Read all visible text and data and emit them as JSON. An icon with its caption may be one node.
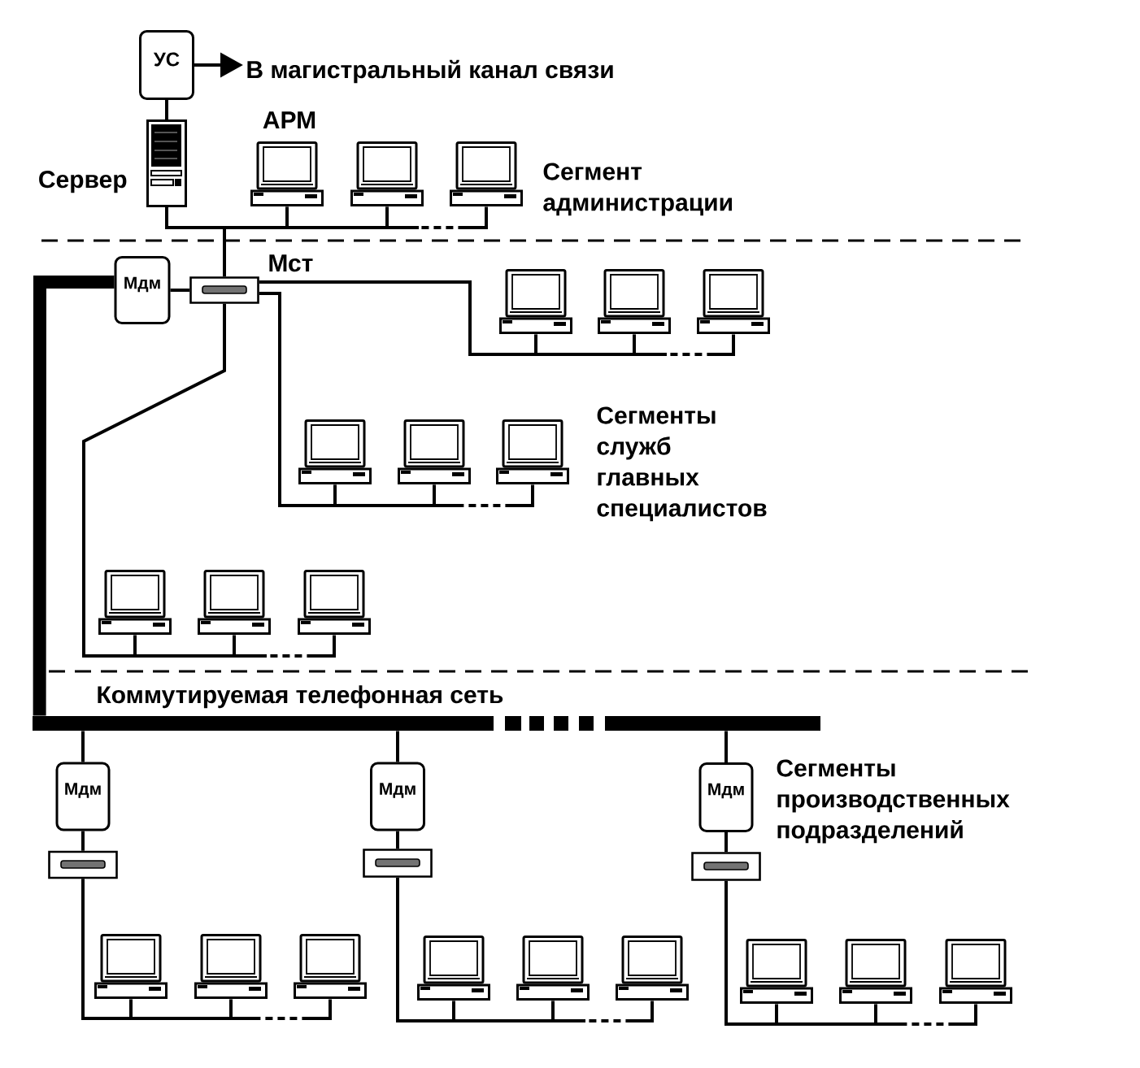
{
  "diagram": {
    "nodes": [
      {
        "text": [
          "УС"
        ]
      },
      {
        "text": [
          "В магистральный канал связи"
        ]
      },
      {
        "text": [],
        "shape": "picture",
        "beside": [
          "Сервер"
        ]
      },
      {
        "text": [],
        "shape": "picture",
        "beside": [
          "АРМ"
        ]
      },
      {
        "text": [],
        "shape": "picture"
      },
      {
        "text": [],
        "shape": "picture"
      },
      {
        "text": [
          "Мдм"
        ]
      },
      {
        "text": [
          "Мст"
        ]
      },
      {
        "text": [],
        "shape": "picture"
      },
      {
        "text": [],
        "shape": "picture"
      },
      {
        "text": [],
        "shape": "picture"
      },
      {
        "text": [],
        "shape": "picture"
      },
      {
        "text": [],
        "shape": "picture"
      },
      {
        "text": [],
        "shape": "picture"
      },
      {
        "text": [],
        "shape": "picture"
      },
      {
        "text": [],
        "shape": "picture"
      },
      {
        "text": [],
        "shape": "picture"
      },
      {
        "text": [
          "Коммутируемая телефонная сеть"
        ]
      },
      {
        "text": [
          "Мдм"
        ]
      },
      {
        "text": [],
        "shape": "box"
      },
      {
        "text": [],
        "shape": "picture"
      },
      {
        "text": [],
        "shape": "picture"
      },
      {
        "text": [],
        "shape": "picture"
      },
      {
        "text": [
          "Мдм"
        ]
      },
      {
        "text": [],
        "shape": "box"
      },
      {
        "text": [],
        "shape": "picture"
      },
      {
        "text": [],
        "shape": "picture"
      },
      {
        "text": [],
        "shape": "picture"
      },
      {
        "text": [
          "Мдм"
        ]
      },
      {
        "text": [],
        "shape": "box"
      },
      {
        "text": [],
        "shape": "picture"
      },
      {
        "text": [],
        "shape": "picture"
      },
      {
        "text": [],
        "shape": "picture"
      }
    ],
    "edges": [
      {
        "from": 0,
        "to": 1,
        "arrow": "to"
      },
      {
        "from": 0,
        "to": 2,
        "arrow": "none"
      },
      {
        "from": 2,
        "to": 3,
        "arrow": "none"
      },
      {
        "from": 2,
        "to": 4,
        "arrow": "none"
      },
      {
        "from": 2,
        "to": 5,
        "arrow": "none"
      },
      {
        "from": 2,
        "to": 7,
        "arrow": "none"
      },
      {
        "from": 6,
        "to": 7,
        "arrow": "none"
      },
      {
        "from": 6,
        "to": 17,
        "arrow": "none",
        "style": "thick"
      },
      {
        "from": 7,
        "to": 8,
        "arrow": "none"
      },
      {
        "from": 7,
        "to": 9,
        "arrow": "none"
      },
      {
        "from": 7,
        "to": 10,
        "arrow": "none"
      },
      {
        "from": 7,
        "to": 11,
        "arrow": "none"
      },
      {
        "from": 7,
        "to": 12,
        "arrow": "none"
      },
      {
        "from": 7,
        "to": 13,
        "arrow": "none"
      },
      {
        "from": 7,
        "to": 14,
        "arrow": "none"
      },
      {
        "from": 7,
        "to": 15,
        "arrow": "none"
      },
      {
        "from": 7,
        "to": 16,
        "arrow": "none"
      },
      {
        "from": 17,
        "to": 18,
        "arrow": "none"
      },
      {
        "from": 18,
        "to": 19,
        "arrow": "none"
      },
      {
        "from": 19,
        "to": 20,
        "arrow": "none"
      },
      {
        "from": 19,
        "to": 21,
        "arrow": "none"
      },
      {
        "from": 19,
        "to": 22,
        "arrow": "none"
      },
      {
        "from": 17,
        "to": 23,
        "arrow": "none"
      },
      {
        "from": 23,
        "to": 24,
        "arrow": "none"
      },
      {
        "from": 24,
        "to": 25,
        "arrow": "none"
      },
      {
        "from": 24,
        "to": 26,
        "arrow": "none"
      },
      {
        "from": 24,
        "to": 27,
        "arrow": "none"
      },
      {
        "from": 17,
        "to": 28,
        "arrow": "none"
      },
      {
        "from": 28,
        "to": 29,
        "arrow": "none"
      },
      {
        "from": 29,
        "to": 30,
        "arrow": "none"
      },
      {
        "from": 29,
        "to": 31,
        "arrow": "none"
      },
      {
        "from": 29,
        "to": 32,
        "arrow": "none"
      }
    ],
    "labels": [
      "Сегмент администрации",
      "Сегменты служб главных специалистов",
      "Сегменты производственных подразделений"
    ]
  }
}
